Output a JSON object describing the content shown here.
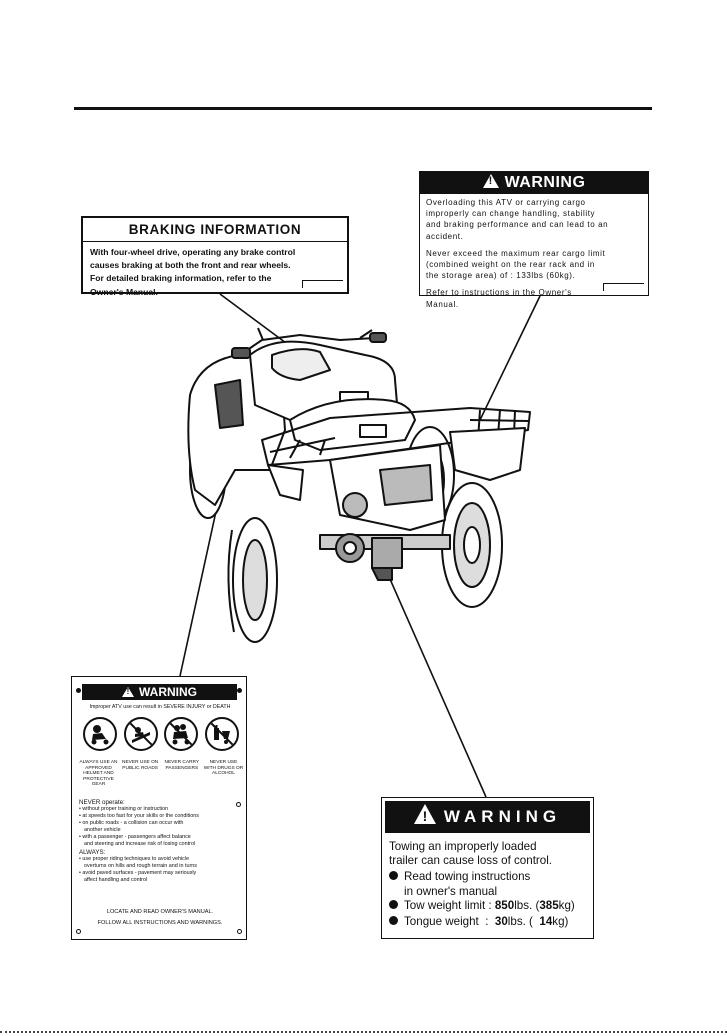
{
  "braking_label": {
    "title": "BRAKING INFORMATION",
    "lines": [
      "With four-wheel drive, operating any brake control",
      "causes braking at both the front and rear wheels.",
      "For detailed braking information, refer to the",
      "Owner's Manual."
    ]
  },
  "cargo_warning": {
    "title": "WARNING",
    "para1": [
      "Overloading this ATV or carrying cargo",
      "improperly can change handling, stability",
      "and braking performance and can lead to an",
      "accident."
    ],
    "para2": [
      "Never exceed the maximum rear cargo limit",
      "(combined weight on the rear rack and in",
      "the storage area) of : 133lbs (60kg)."
    ],
    "para3": [
      "Refer to instructions in the Owner's",
      "Manual."
    ]
  },
  "rider_warning": {
    "title": "WARNING",
    "intro": "Improper ATV use can result in SEVERE INJURY or DEATH",
    "pictograms": [
      {
        "icon": "helmet-rider-icon",
        "caption": "ALWAYS USE AN APPROVED HELMET AND PROTECTIVE GEAR"
      },
      {
        "icon": "no-public-roads-icon",
        "caption": "NEVER USE ON PUBLIC ROADS"
      },
      {
        "icon": "no-passengers-icon",
        "caption": "NEVER CARRY PASSENGERS"
      },
      {
        "icon": "no-drugs-alcohol-icon",
        "caption": "NEVER USE WITH DRUGS OR ALCOHOL"
      }
    ],
    "never_heading": "NEVER operate:",
    "never_items": [
      "• without proper training or instruction",
      "• at speeds too fast for your skills or the conditions",
      "• on public roads - a collision can occur with",
      "another vehicle",
      "• with a passenger - passengers affect balance",
      "and steering and increase risk of losing control"
    ],
    "always_heading": "ALWAYS:",
    "always_items": [
      "• use proper riding techniques to avoid vehicle",
      "overturns on hills and rough terrain and in turns",
      "• avoid paved surfaces - pavement may seriously",
      "affect handling and control"
    ],
    "footer1": "LOCATE AND READ OWNER'S MANUAL.",
    "footer2": "FOLLOW ALL INSTRUCTIONS AND WARNINGS."
  },
  "towing_warning": {
    "title": "WARNING",
    "line1": "Towing an improperly loaded",
    "line2": "trailer can cause loss of control.",
    "bullet1": "Read towing instructions",
    "bullet1_cont": "in owner's manual",
    "bullet2_pre": "Tow weight limit : ",
    "bullet2_lbs": "850",
    "bullet2_mid": "lbs. (",
    "bullet2_kg": "385",
    "bullet2_post": "kg)",
    "bullet3_pre": "Tongue weight  :  ",
    "bullet3_lbs": "30",
    "bullet3_mid": "lbs. (  ",
    "bullet3_kg": "14",
    "bullet3_post": "kg)"
  },
  "colors": {
    "ink": "#111111",
    "paper": "#ffffff"
  }
}
